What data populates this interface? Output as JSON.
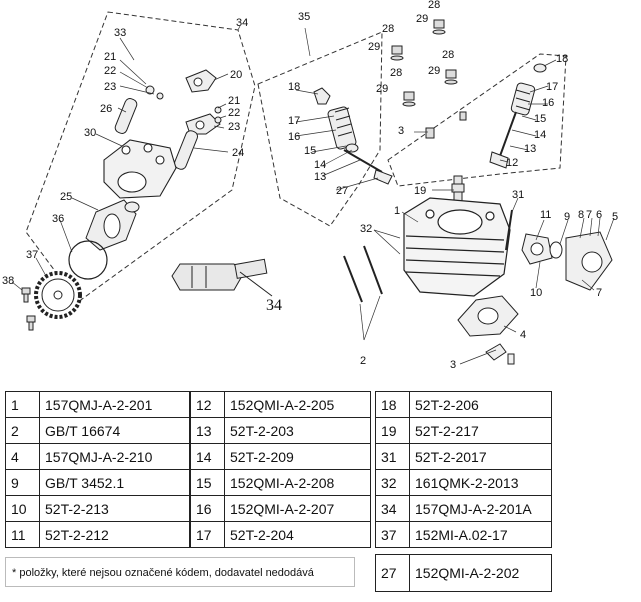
{
  "callouts": [
    "34",
    "33",
    "21",
    "22",
    "23",
    "20",
    "26",
    "21",
    "22",
    "23",
    "30",
    "24",
    "25",
    "36",
    "37",
    "38",
    "34",
    "35",
    "28",
    "29",
    "28",
    "29",
    "28",
    "29",
    "28",
    "29",
    "3",
    "18",
    "17",
    "16",
    "15",
    "14",
    "13",
    "27",
    "19",
    "1",
    "32",
    "31",
    "18",
    "17",
    "16",
    "15",
    "14",
    "13",
    "12",
    "11",
    "9",
    "8",
    "7",
    "6",
    "5",
    "10",
    "7",
    "4",
    "3",
    "2"
  ],
  "parts_table": {
    "col1": [
      {
        "pos": "1",
        "code": "157QMJ-A-2-201"
      },
      {
        "pos": "2",
        "code": "GB/T 16674"
      },
      {
        "pos": "4",
        "code": "157QMJ-A-2-210"
      },
      {
        "pos": "9",
        "code": "GB/T 3452.1"
      },
      {
        "pos": "10",
        "code": "52T-2-213"
      },
      {
        "pos": "11",
        "code": "52T-2-212"
      }
    ],
    "col2": [
      {
        "pos": "12",
        "code": "152QMI-A-2-205"
      },
      {
        "pos": "13",
        "code": "52T-2-203"
      },
      {
        "pos": "14",
        "code": "52T-2-209"
      },
      {
        "pos": "15",
        "code": "152QMI-A-2-208"
      },
      {
        "pos": "16",
        "code": "152QMI-A-2-207"
      },
      {
        "pos": "17",
        "code": "52T-2-204"
      }
    ],
    "col3": [
      {
        "pos": "18",
        "code": "52T-2-206"
      },
      {
        "pos": "19",
        "code": "52T-2-217"
      },
      {
        "pos": "31",
        "code": "52T-2-2017"
      },
      {
        "pos": "32",
        "code": "161QMK-2-2013"
      },
      {
        "pos": "34",
        "code": "157QMJ-A-2-201A"
      },
      {
        "pos": "37",
        "code": "152MI-A.02-17"
      }
    ],
    "col4": [
      {
        "pos": "27",
        "code": "152QMI-A-2-202"
      }
    ]
  },
  "footnote": "* položky, které nejsou označené kódem, dodavatel nedodává"
}
